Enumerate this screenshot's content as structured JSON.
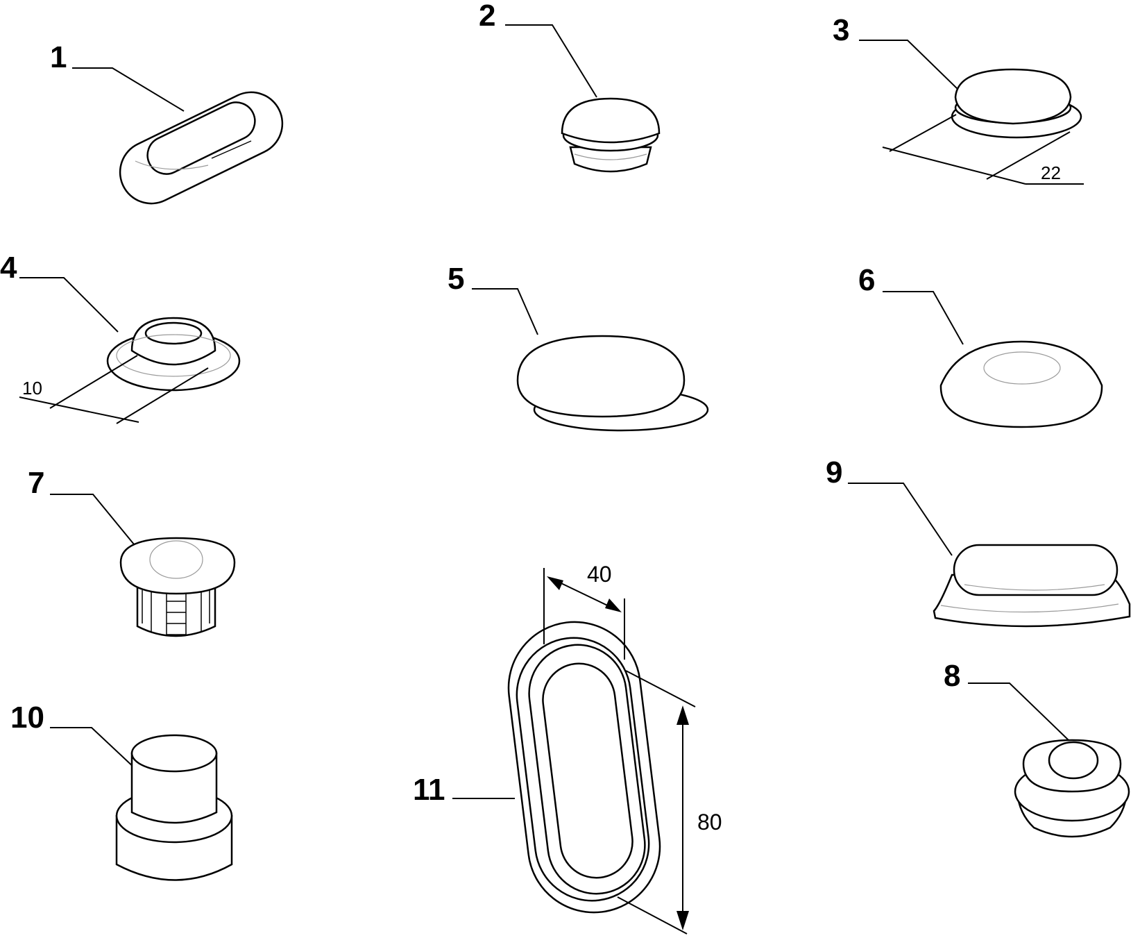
{
  "parts": [
    {
      "number": "1"
    },
    {
      "number": "2"
    },
    {
      "number": "3",
      "dimension": "22"
    },
    {
      "number": "4",
      "dimension": "10"
    },
    {
      "number": "5"
    },
    {
      "number": "6"
    },
    {
      "number": "7"
    },
    {
      "number": "8"
    },
    {
      "number": "9"
    },
    {
      "number": "10"
    },
    {
      "number": "11",
      "dimensions": [
        "40",
        "80"
      ]
    }
  ],
  "colors": {
    "line": "#000000",
    "background": "#ffffff"
  }
}
